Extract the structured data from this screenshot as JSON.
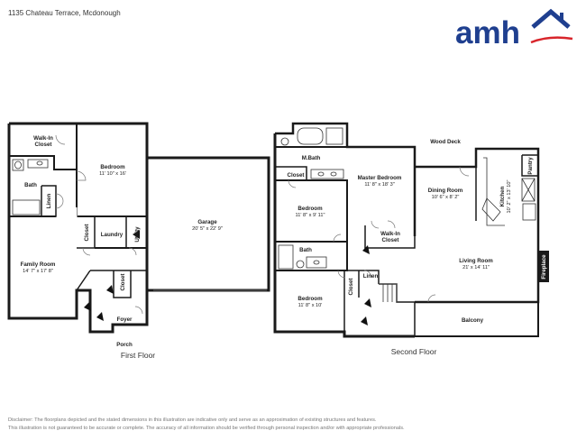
{
  "header": {
    "address": "1135 Chateau Terrace, Mcdonough",
    "brand_name": "amh"
  },
  "colors": {
    "brand_blue": "#1f3f8f",
    "brand_red": "#d8252b",
    "wall": "#1a1a1a",
    "disclaimer_text": "#777777"
  },
  "floors": [
    {
      "label": "First Floor",
      "rooms": [
        {
          "name": "Walk-In",
          "name2": "Closet"
        },
        {
          "name": "Bedroom",
          "dims": "11' 10\" x 16'"
        },
        {
          "name": "Bath"
        },
        {
          "name": "Linen"
        },
        {
          "name": "Garage",
          "dims": "20' 5\" x 22' 9\""
        },
        {
          "name": "Closet"
        },
        {
          "name": "Laundry"
        },
        {
          "name": "Utility"
        },
        {
          "name": "Family Room",
          "dims": "14' 7\" x 17' 8\""
        },
        {
          "name": "Closet"
        },
        {
          "name": "Foyer"
        },
        {
          "name": "Porch"
        }
      ]
    },
    {
      "label": "Second Floor",
      "rooms": [
        {
          "name": "M.Bath"
        },
        {
          "name": "Wood Deck"
        },
        {
          "name": "Closet"
        },
        {
          "name": "Master Bedroom",
          "dims": "11' 8\" x 18' 3\""
        },
        {
          "name": "Dining Room",
          "dims": "10' 6\" x 8' 2\""
        },
        {
          "name": "Pantry"
        },
        {
          "name": "Kitchen",
          "dims": "10' 2\" x 13' 10\""
        },
        {
          "name": "Bedroom",
          "dims": "11' 8\" x 9' 11\""
        },
        {
          "name": "Walk-In",
          "name2": "Closet"
        },
        {
          "name": "Bath"
        },
        {
          "name": "Living Room",
          "dims": "21' x 14' 11\""
        },
        {
          "name": "Fireplace"
        },
        {
          "name": "Linen"
        },
        {
          "name": "Closet"
        },
        {
          "name": "Bedroom",
          "dims": "11' 8\" x 10'"
        },
        {
          "name": "Balcony"
        }
      ]
    }
  ],
  "disclaimer": {
    "line1": "Disclaimer: The floorplans depicted and the stated dimensions in this illustration are indicative only and serve as an approximation of existing structures and features.",
    "line2": "This illustration is not guaranteed to be accurate or complete. The accuracy of all information should be verified through personal inspection and/or with appropriate professionals."
  }
}
